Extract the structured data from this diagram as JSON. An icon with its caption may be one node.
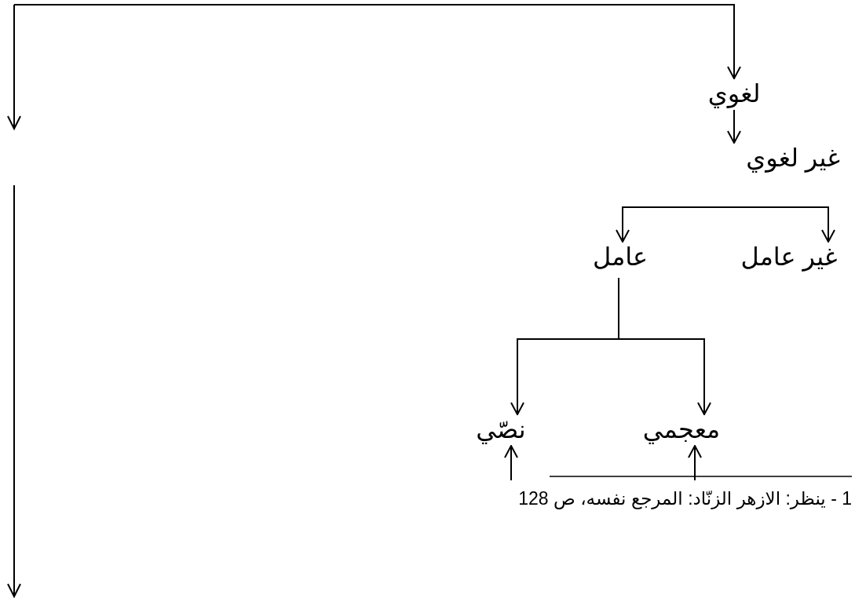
{
  "diagram": {
    "nodes": [
      {
        "text": [
          "لغوي"
        ]
      },
      {
        "text": [
          "غير لغوي"
        ]
      },
      {
        "text": [
          "عامل"
        ]
      },
      {
        "text": [
          "غير عامل"
        ]
      },
      {
        "text": [
          "معجمي"
        ]
      },
      {
        "text": [
          "نصّي"
        ]
      }
    ],
    "edges": [
      {
        "from": null,
        "to": 0,
        "arrow": "to"
      },
      {
        "from": 0,
        "to": 1,
        "arrow": "to"
      },
      {
        "from": null,
        "to": 2,
        "arrow": "to"
      },
      {
        "from": null,
        "to": 3,
        "arrow": "to"
      },
      {
        "from": 2,
        "to": 4,
        "arrow": "to"
      },
      {
        "from": 2,
        "to": 5,
        "arrow": "to"
      },
      {
        "from": null,
        "to": 4,
        "arrow": "to"
      },
      {
        "from": null,
        "to": 5,
        "arrow": "to"
      }
    ],
    "labels": [
      "1 - ينظر: الازهر الزنّاد: المرجع نفسه، ص 128"
    ]
  }
}
